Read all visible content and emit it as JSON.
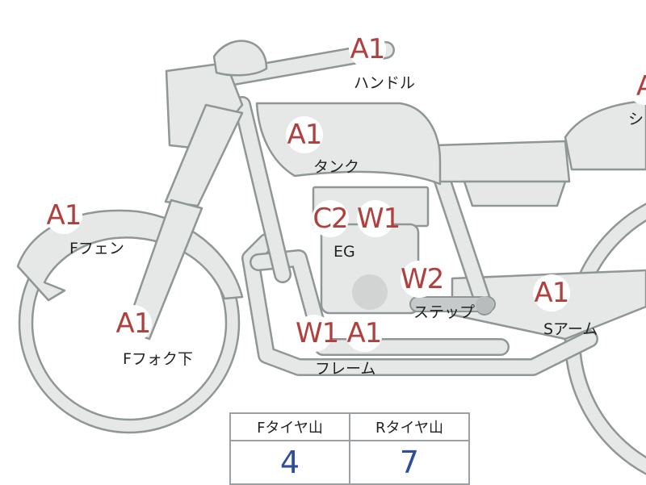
{
  "parts": [
    {
      "id": "handle",
      "badge": "A1",
      "label": "ハンドル"
    },
    {
      "id": "seat",
      "badge": "A",
      "label": "シ"
    },
    {
      "id": "tank",
      "badge": "A1",
      "label": "タンク"
    },
    {
      "id": "ffender",
      "badge": "A1",
      "label": "Fフェン"
    },
    {
      "id": "engine",
      "badges": [
        "C2",
        "W1"
      ],
      "label": "EG"
    },
    {
      "id": "step",
      "badge": "W2",
      "label": "ステップ"
    },
    {
      "id": "sarm",
      "badge": "A1",
      "label": "Sアーム"
    },
    {
      "id": "ffork",
      "badge": "A1",
      "label": "Fフォク下"
    },
    {
      "id": "frame",
      "badges": [
        "W1",
        "A1"
      ],
      "label": "フレーム"
    }
  ],
  "tire_tread": {
    "headers": [
      "Fタイヤ山",
      "Rタイヤ山"
    ],
    "values": [
      "4",
      "7"
    ],
    "value_color": "#2e4e99"
  },
  "colors": {
    "badge_text": "#b0403d",
    "part_fill": "#e6e8e8",
    "part_stroke": "#8f9696"
  }
}
